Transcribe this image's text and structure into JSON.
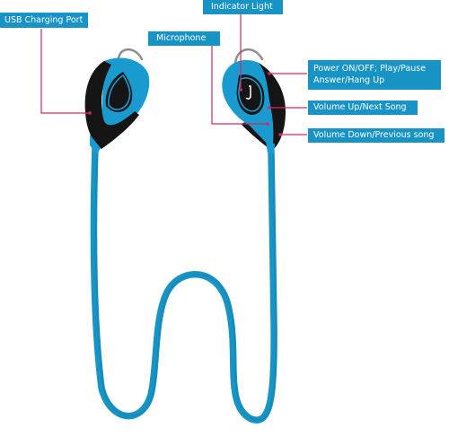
{
  "labels": {
    "usb_port": "USB Charging Port",
    "indicator_light": "Indicator Light",
    "microphone": "Microphone",
    "power_line1": "Power ON/OFF; Play/Pause",
    "power_line2": "Answer/Hang Up",
    "volume_up": "Volume Up/Next Song",
    "volume_down": "Volume Down/Previous song"
  },
  "colors": {
    "label_background": "#1793c6",
    "earbud_blue": "#1a9bd0",
    "cable_blue": "#1794c4",
    "housing_black": "#151515",
    "leader_line": "#d6246a"
  }
}
